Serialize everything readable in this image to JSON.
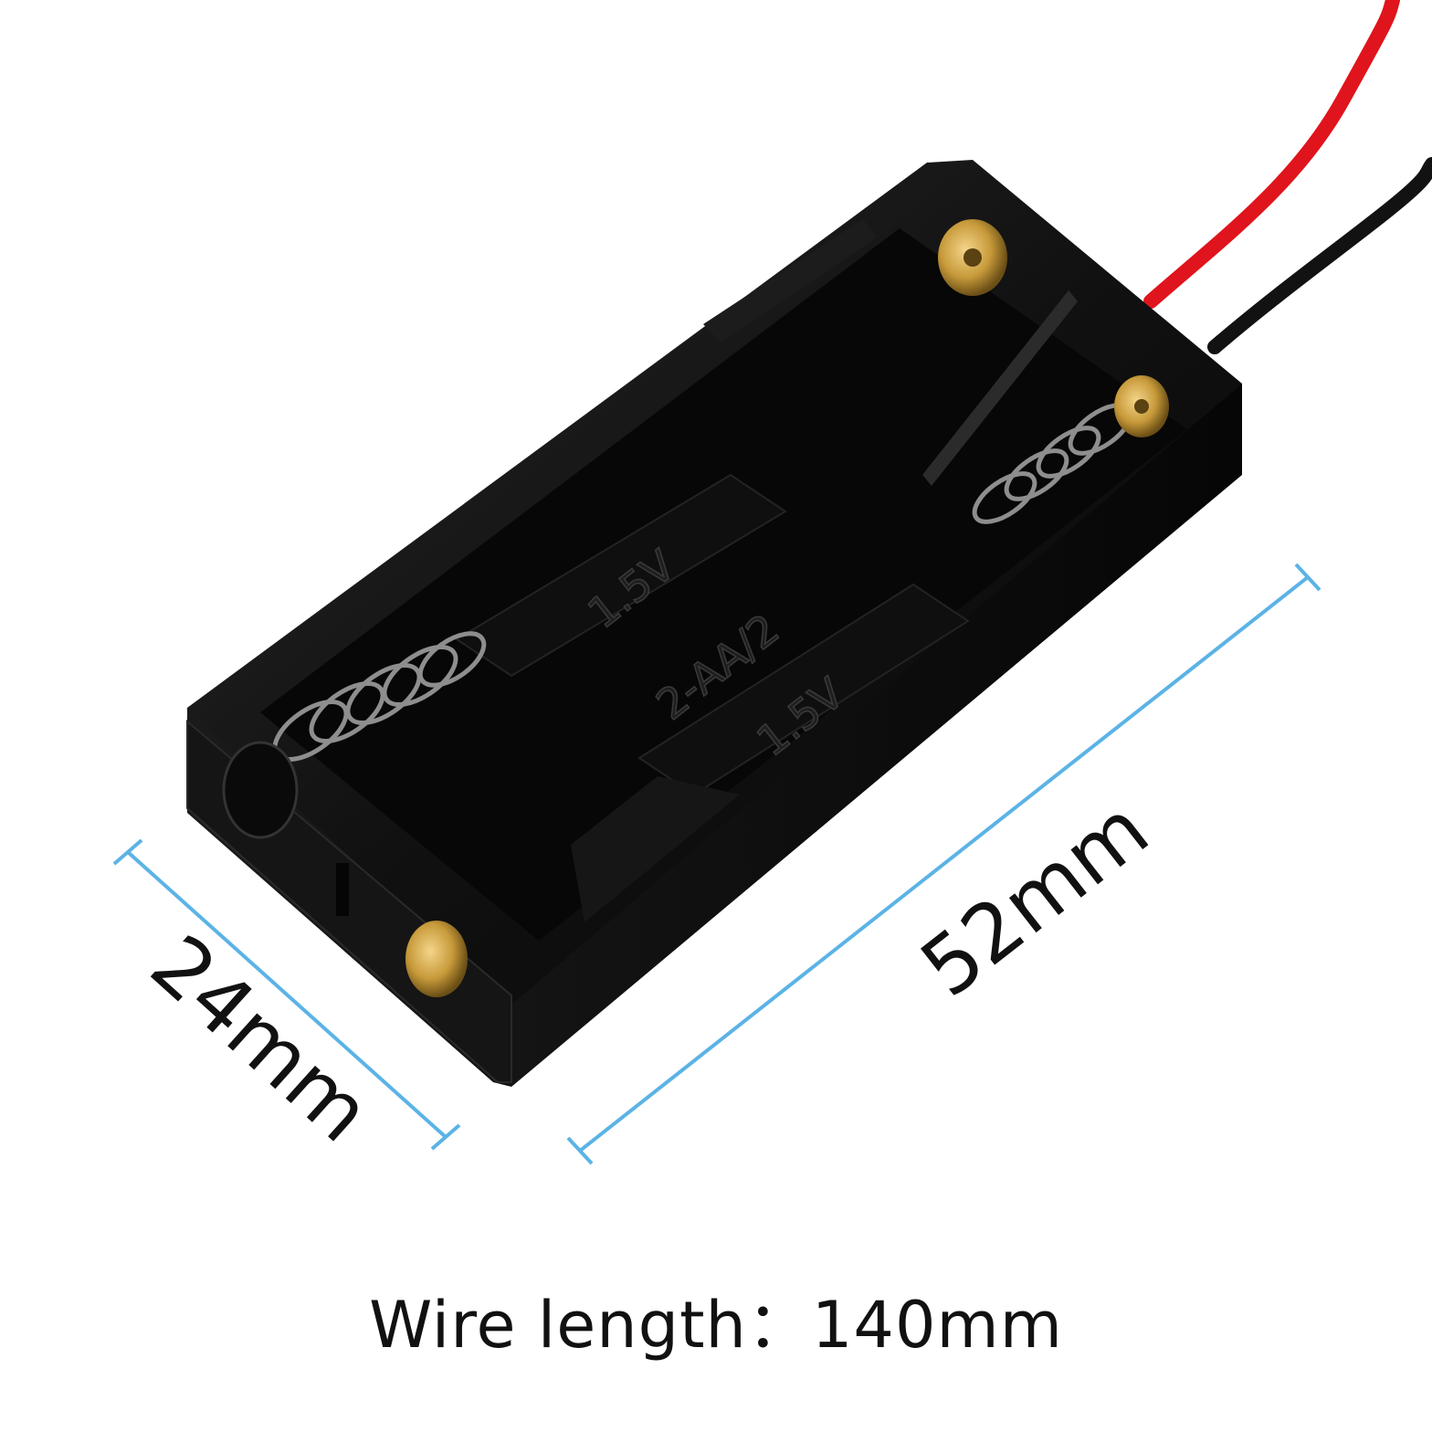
{
  "product": {
    "molded_labels": [
      "1.5V",
      "2-AA/2",
      "1.5V"
    ]
  },
  "dimensions": {
    "width_label": "24mm",
    "length_label": "52mm"
  },
  "caption": {
    "text": "Wire length：140mm"
  },
  "colors": {
    "dimension_line": "#5bb3e6",
    "housing": "#0d0d0d",
    "red_wire": "#e0141c",
    "black_wire": "#111111",
    "brass": "#c79a3a"
  }
}
